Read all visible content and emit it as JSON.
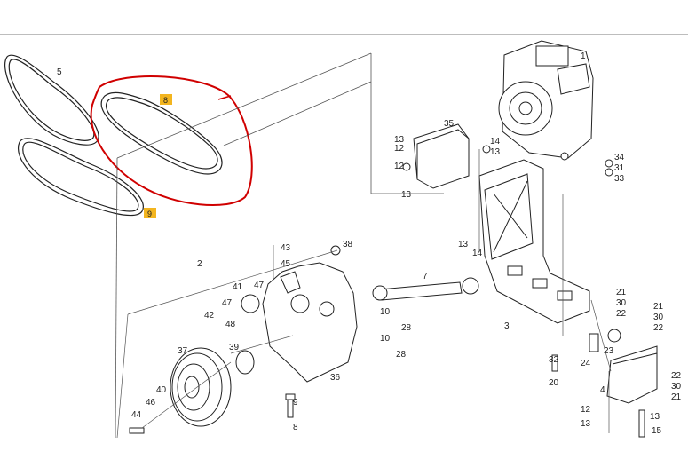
{
  "colors": {
    "stroke": "#222222",
    "light_stroke": "#6a6a6a",
    "highlight_badge": "#f3b51f",
    "annotation_red": "#d00000",
    "background": "#ffffff"
  },
  "toolbar": {
    "icon": "none-visible"
  },
  "diagram": {
    "callouts": {
      "c1": "1",
      "c2": "2",
      "c3": "3",
      "c4": "4",
      "c5": "5",
      "c7": "7",
      "c8a": "8",
      "c8b": "8",
      "c9": "9",
      "c10a": "10",
      "c10b": "10",
      "c12a": "12",
      "c12b": "12",
      "c12c": "12",
      "c13a": "13",
      "c13b": "13",
      "c13c": "13",
      "c13d": "13",
      "c13e": "13",
      "c14a": "14",
      "c14b": "14",
      "c15": "15",
      "c20": "20",
      "c21a": "21",
      "c21b": "21",
      "c21c": "21",
      "c22a": "22",
      "c22b": "22",
      "c22c": "22",
      "c23": "23",
      "c24": "24",
      "c28a": "28",
      "c28b": "28",
      "c30a": "30",
      "c30b": "30",
      "c30c": "30",
      "c31": "31",
      "c32": "32",
      "c33": "33",
      "c34": "34",
      "c35": "35",
      "c36": "36",
      "c37": "37",
      "c38": "38",
      "c39": "39",
      "c40": "40",
      "c41": "41",
      "c42": "42",
      "c43": "43",
      "c44": "44",
      "c45": "45",
      "c46": "46",
      "c47a": "47",
      "c47b": "47",
      "c48": "48"
    },
    "badges": {
      "belt_upper": "8",
      "belt_lower": "9"
    }
  }
}
